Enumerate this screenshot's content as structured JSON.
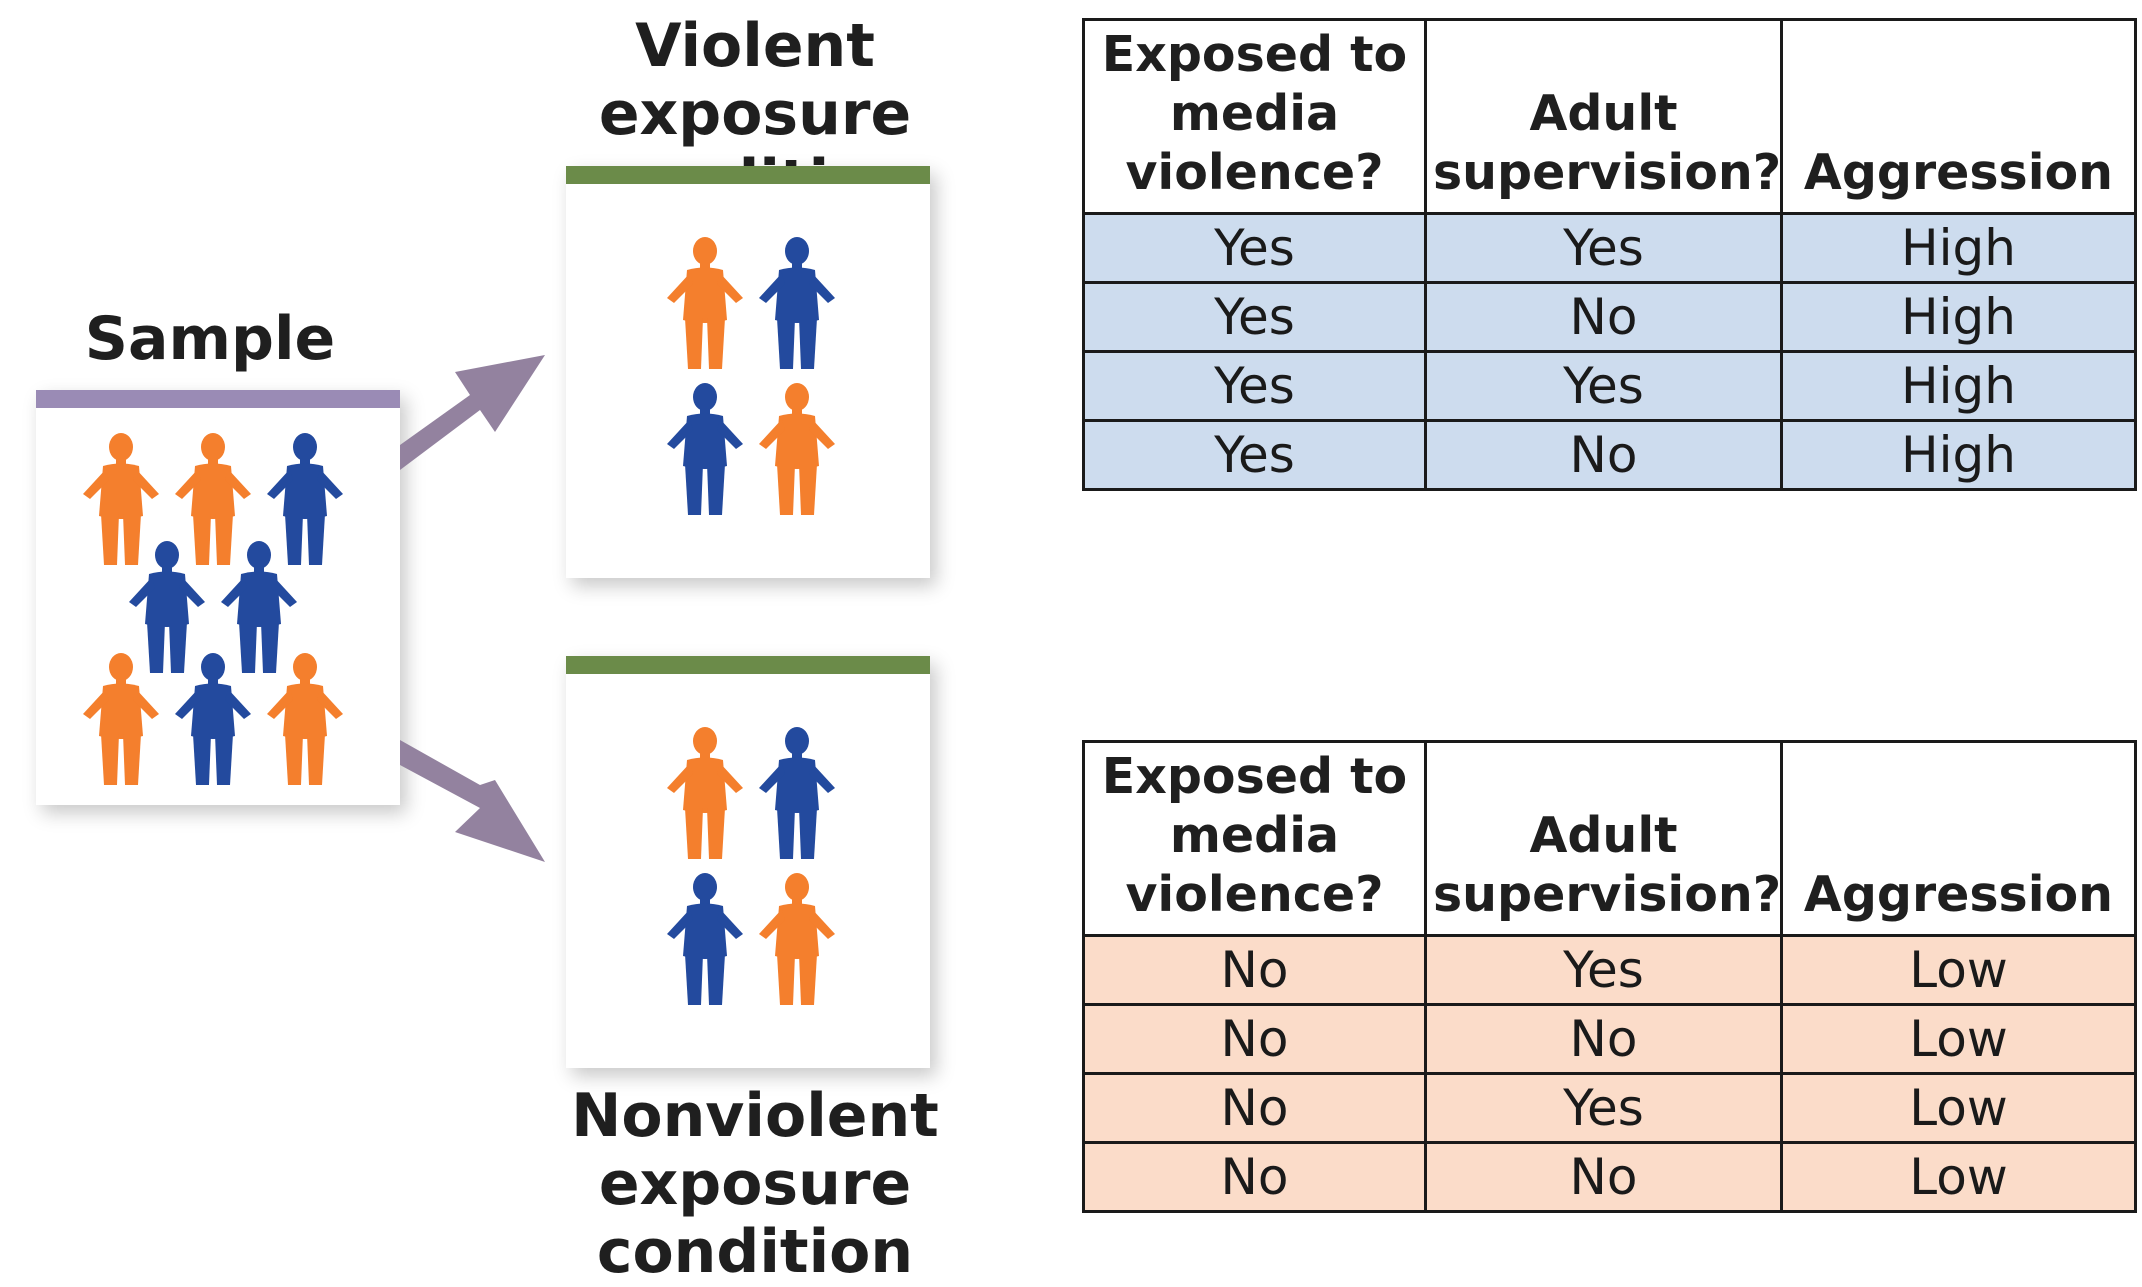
{
  "colors": {
    "orange_child": "#f47f2d",
    "blue_child": "#234a9e",
    "sample_bar": "#9a8bb5",
    "condition_bar": "#6b8b49",
    "arrow": "#93829f",
    "violent_table_fill": "#cddcee",
    "nonviolent_table_fill": "#fbdcc9"
  },
  "sample": {
    "title": "Sample",
    "figures": [
      "orange",
      "orange",
      "blue",
      "blue",
      "blue",
      "orange",
      "blue",
      "orange"
    ]
  },
  "violent_condition": {
    "title_line1": "Violent exposure",
    "title_line2": "condition",
    "figures": [
      "orange",
      "blue",
      "blue",
      "orange"
    ]
  },
  "nonviolent_condition": {
    "title_line1": "Nonviolent",
    "title_line2": "exposure condition",
    "figures": [
      "orange",
      "blue",
      "blue",
      "orange"
    ]
  },
  "table_headers": {
    "exposed_line1": "Exposed to",
    "exposed_line2": "media",
    "exposed_line3": "violence?",
    "supervision_line1": "Adult",
    "supervision_line2": "supervision?",
    "aggression": "Aggression"
  },
  "violent_table": {
    "rows": [
      [
        "Yes",
        "Yes",
        "High"
      ],
      [
        "Yes",
        "No",
        "High"
      ],
      [
        "Yes",
        "Yes",
        "High"
      ],
      [
        "Yes",
        "No",
        "High"
      ]
    ]
  },
  "nonviolent_table": {
    "rows": [
      [
        "No",
        "Yes",
        "Low"
      ],
      [
        "No",
        "No",
        "Low"
      ],
      [
        "No",
        "Yes",
        "Low"
      ],
      [
        "No",
        "No",
        "Low"
      ]
    ]
  }
}
